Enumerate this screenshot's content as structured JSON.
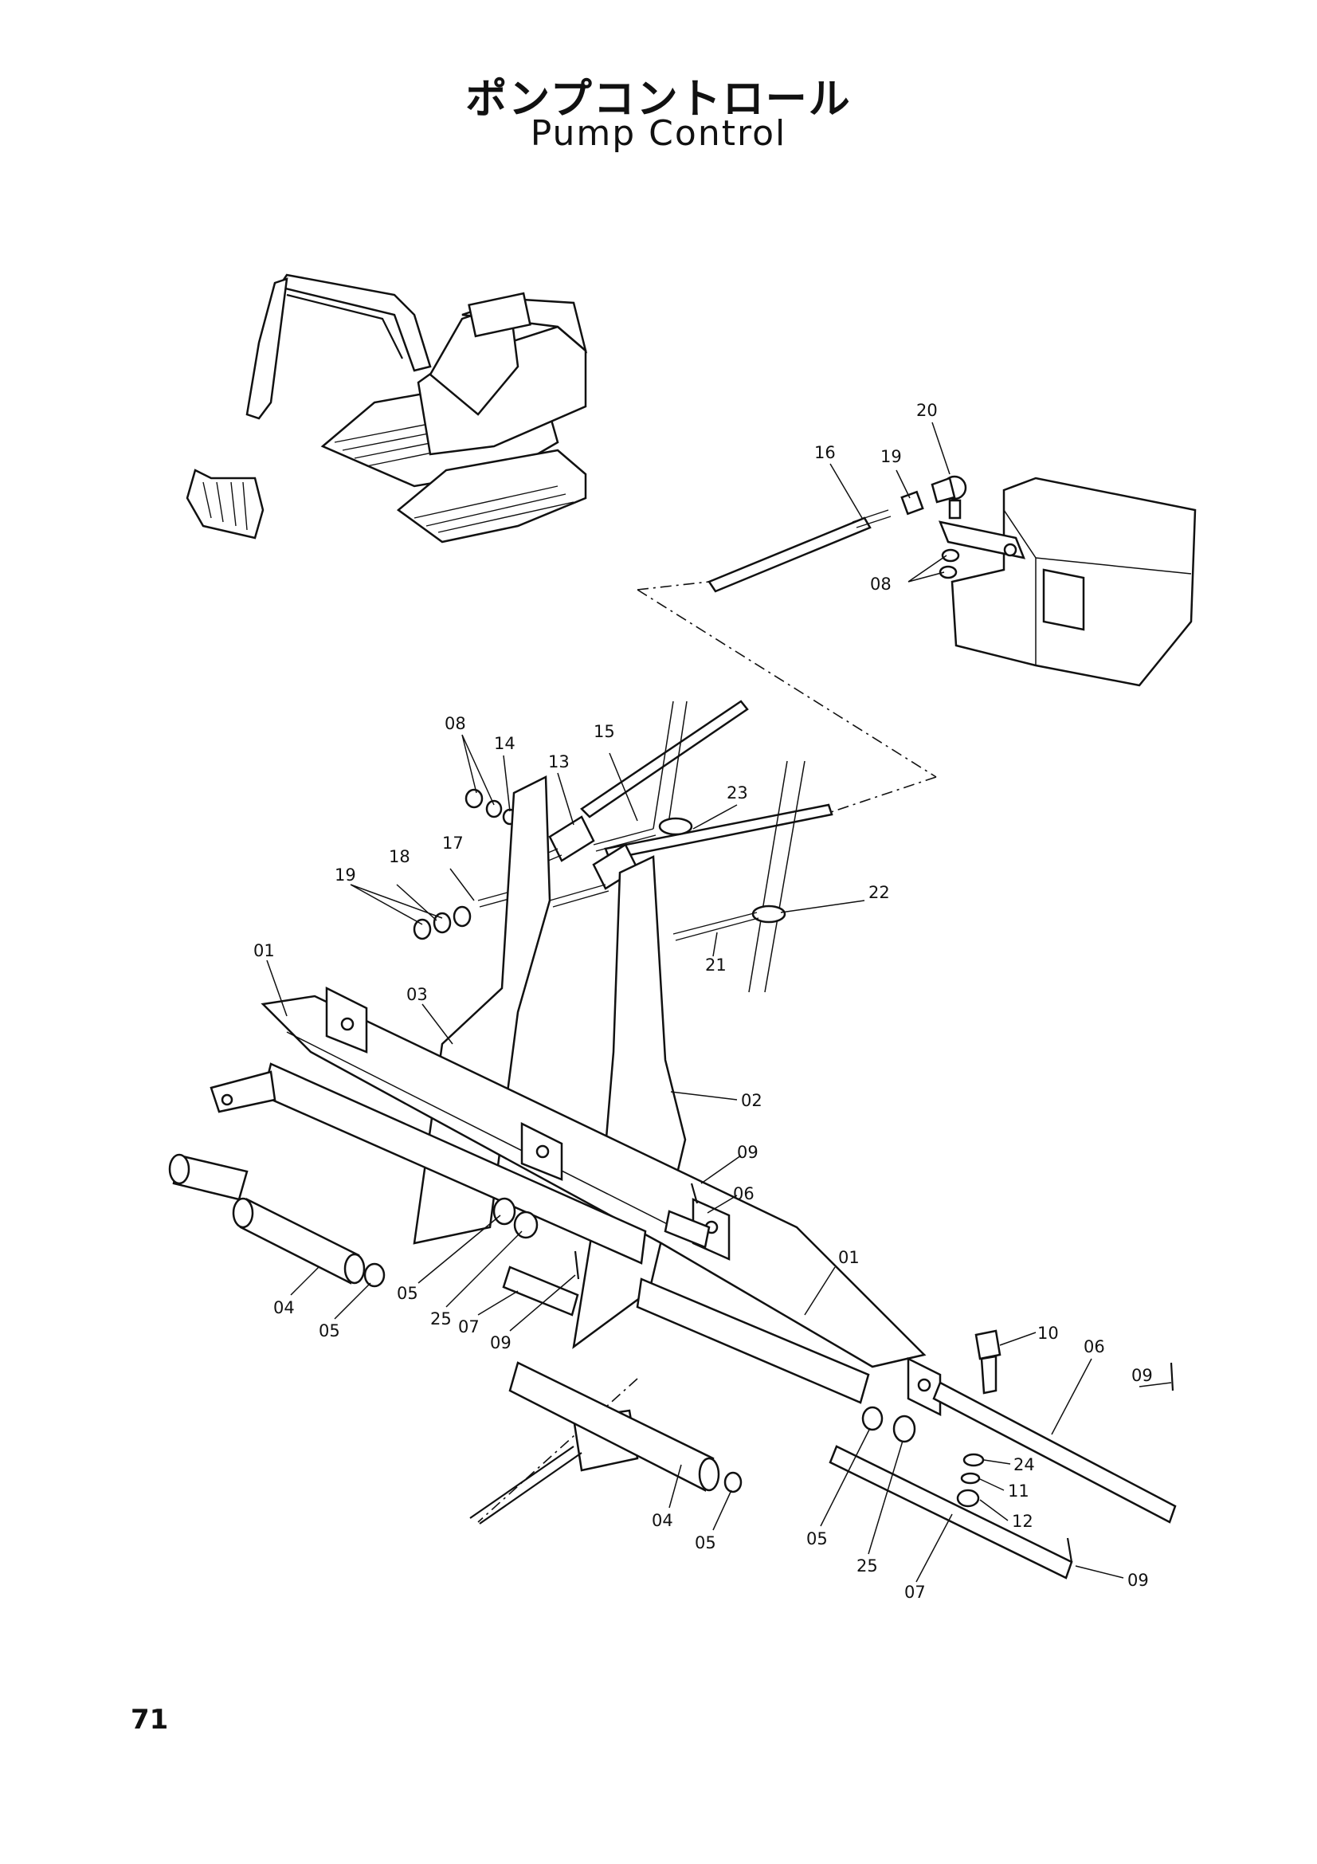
{
  "title_jp": "ポンプコントロール",
  "title_en": "Pump Control",
  "page_number": "71",
  "callouts": [
    {
      "id": "c20",
      "text": "20"
    },
    {
      "id": "c19a",
      "text": "19"
    },
    {
      "id": "c16",
      "text": "16"
    },
    {
      "id": "c08a",
      "text": "08"
    },
    {
      "id": "c08b",
      "text": "08"
    },
    {
      "id": "c14",
      "text": "14"
    },
    {
      "id": "c15",
      "text": "15"
    },
    {
      "id": "c13",
      "text": "13"
    },
    {
      "id": "c23",
      "text": "23"
    },
    {
      "id": "c18",
      "text": "18"
    },
    {
      "id": "c17",
      "text": "17"
    },
    {
      "id": "c19b",
      "text": "19"
    },
    {
      "id": "c22",
      "text": "22"
    },
    {
      "id": "c21",
      "text": "21"
    },
    {
      "id": "c01a",
      "text": "01"
    },
    {
      "id": "c03",
      "text": "03"
    },
    {
      "id": "c02",
      "text": "02"
    },
    {
      "id": "c09a",
      "text": "09"
    },
    {
      "id": "c06a",
      "text": "06"
    },
    {
      "id": "c01b",
      "text": "01"
    },
    {
      "id": "c04a",
      "text": "04"
    },
    {
      "id": "c05a",
      "text": "05"
    },
    {
      "id": "c05b",
      "text": "05"
    },
    {
      "id": "c25a",
      "text": "25"
    },
    {
      "id": "c07a",
      "text": "07"
    },
    {
      "id": "c09b",
      "text": "09"
    },
    {
      "id": "c10",
      "text": "10"
    },
    {
      "id": "c06b",
      "text": "06"
    },
    {
      "id": "c09c",
      "text": "09"
    },
    {
      "id": "c24",
      "text": "24"
    },
    {
      "id": "c11",
      "text": "11"
    },
    {
      "id": "c12",
      "text": "12"
    },
    {
      "id": "c04b",
      "text": "04"
    },
    {
      "id": "c05c",
      "text": "05"
    },
    {
      "id": "c05d",
      "text": "05"
    },
    {
      "id": "c25b",
      "text": "25"
    },
    {
      "id": "c07b",
      "text": "07"
    },
    {
      "id": "c09d",
      "text": "09"
    }
  ]
}
